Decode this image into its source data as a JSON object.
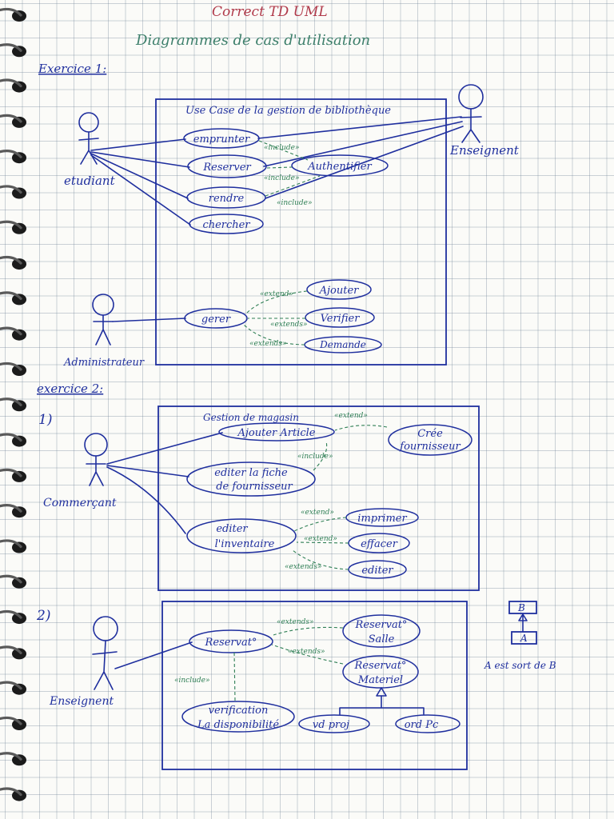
{
  "header": {
    "title": "Correct TD UML",
    "subtitle": "Diagrammes de cas d'utilisation"
  },
  "ex1": {
    "label": "Exercice 1:",
    "system": "Use Case de la gestion de bibliothèque",
    "actors": {
      "student": "etudiant",
      "teacher": "Enseignent",
      "admin": "Administrateur"
    },
    "cases": {
      "borrow": "emprunter",
      "reserve": "Reserver",
      "return": "rendre",
      "search": "chercher",
      "auth": "Authentifier",
      "manage": "gerer",
      "add": "Ajouter",
      "verify": "Verifier",
      "request": "Demande"
    },
    "relations": {
      "incl1": "«include»",
      "incl2": "«include»",
      "incl3": "«include»",
      "ext1": "«extend»",
      "ext2": "«extends»",
      "ext3": "«extends»"
    }
  },
  "ex2": {
    "label": "exercice 2:",
    "part1": {
      "number": "1)",
      "system": "Gestion de magasin",
      "actor": "Commerçant",
      "cases": {
        "add_article": "Ajouter Article",
        "create_supplier_1": "Crée",
        "create_supplier_2": "fournisseur",
        "edit_sheet_1": "editer la fiche",
        "edit_sheet_2": "de fournisseur",
        "edit_inv_1": "editer",
        "edit_inv_2": "l'inventaire",
        "print": "imprimer",
        "delete": "effacer",
        "edit": "editer"
      },
      "relations": {
        "ext_top": "«extend»",
        "incl": "«include»",
        "ext_a": "«extend»",
        "ext_b": "«extend»",
        "ext_c": "«extends»"
      }
    },
    "part2": {
      "number": "2)",
      "actor": "Enseignent",
      "cases": {
        "reserve": "Reservat°",
        "room_1": "Reservat°",
        "room_2": "Salle",
        "equip_1": "Reservat°",
        "equip_2": "Materiel",
        "check_1": "verification",
        "check_2": "La disponibilité",
        "projector": "vd proj",
        "pc": "ord Pc"
      },
      "relations": {
        "ext1": "«extends»",
        "ext2": "«extends»",
        "incl": "«include»"
      }
    },
    "legend": {
      "b": "B",
      "a": "A",
      "note": "A est sort de B"
    }
  }
}
